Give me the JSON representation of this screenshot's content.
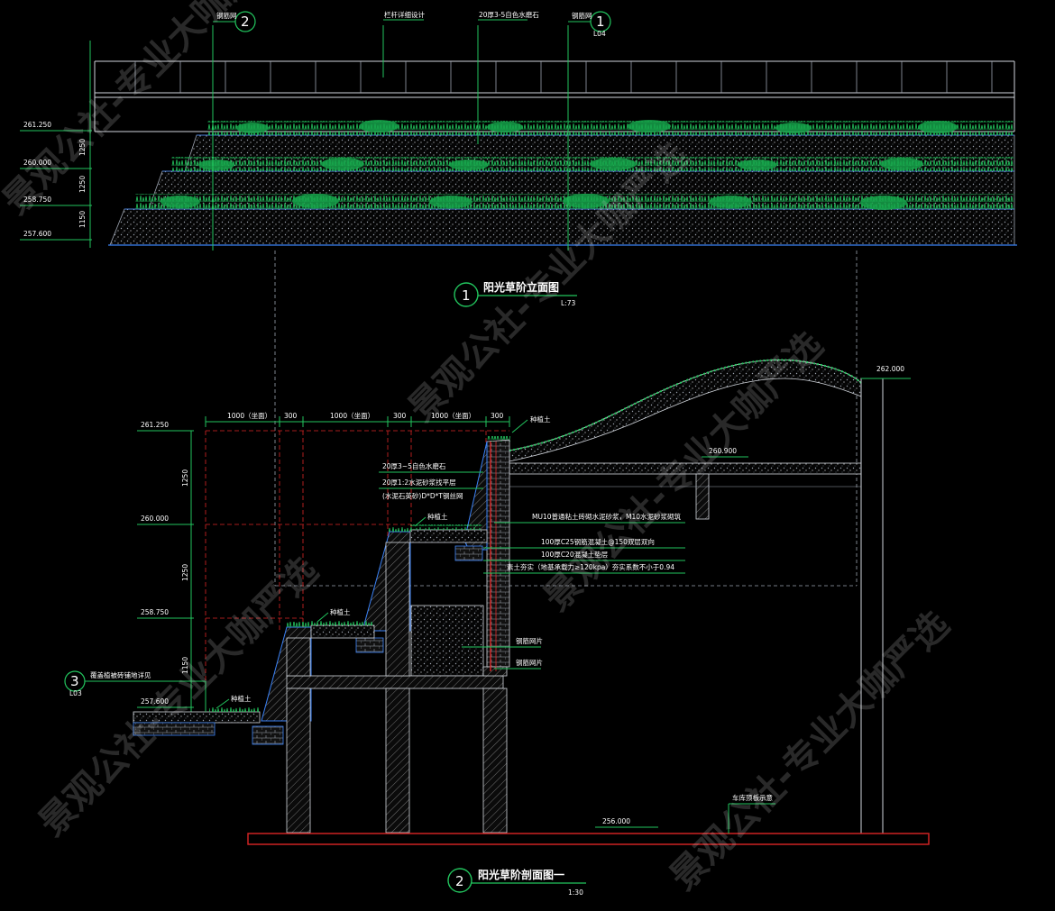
{
  "elevation": {
    "title": "阳光草阶立面图",
    "scale": "L:73",
    "number": "1",
    "callouts": [
      "钢筋网",
      "栏杆详细设计",
      "20厚3-5自色水磨石",
      "钢筋网"
    ],
    "callout_nums": [
      "2",
      "1"
    ],
    "callout_subs": [
      "",
      "L04"
    ],
    "levels": [
      "261.250",
      "260.000",
      "258.750",
      "257.600"
    ],
    "dims": [
      "1250",
      "1250",
      "1150"
    ]
  },
  "section": {
    "title": "阳光草阶剖面图一",
    "scale": "1:30",
    "number": "2",
    "top_dims": [
      "1000（坐面）",
      "300",
      "1000（坐面）",
      "300",
      "1000（坐面）",
      "300"
    ],
    "levels": [
      "261.250",
      "260.000",
      "258.750",
      "257.600"
    ],
    "side_dims": [
      "1250",
      "1250",
      "1150"
    ],
    "right_level_top": "262.000",
    "right_level_mid": "260.900",
    "bottom_level": "256.000",
    "notes": [
      "20厚3~5自色水磨石",
      "20厚1:2水泥砂浆找平层",
      "(水泥石英砂)D*D*T钢丝网",
      "MU10普通粘土砖砌水泥砂浆，M10水泥砂浆砌筑",
      "100厚C25钢筋混凝土@150双层双向",
      "100厚C20混凝土垫层",
      "素土夯实（地基承载力≥120kpa）夯实系数不小于0.94"
    ],
    "soil_labels": [
      "种植土",
      "种植土",
      "种植土",
      "种植土"
    ],
    "wall_labels": [
      "钢筋网片",
      "钢筋网片"
    ],
    "left_callout": "覆盖植被砖铺地详见",
    "left_callout_sub": "L03",
    "left_callout_num": "3",
    "bottom_note": "车库顶板示意"
  },
  "watermark": "景观公社-专业大咖严选",
  "colors": {
    "background": "#000000",
    "green": "#22c55e",
    "white": "#ffffff",
    "red": "#dc2626",
    "blue": "#3b82f6",
    "gray": "#9ca3af"
  }
}
